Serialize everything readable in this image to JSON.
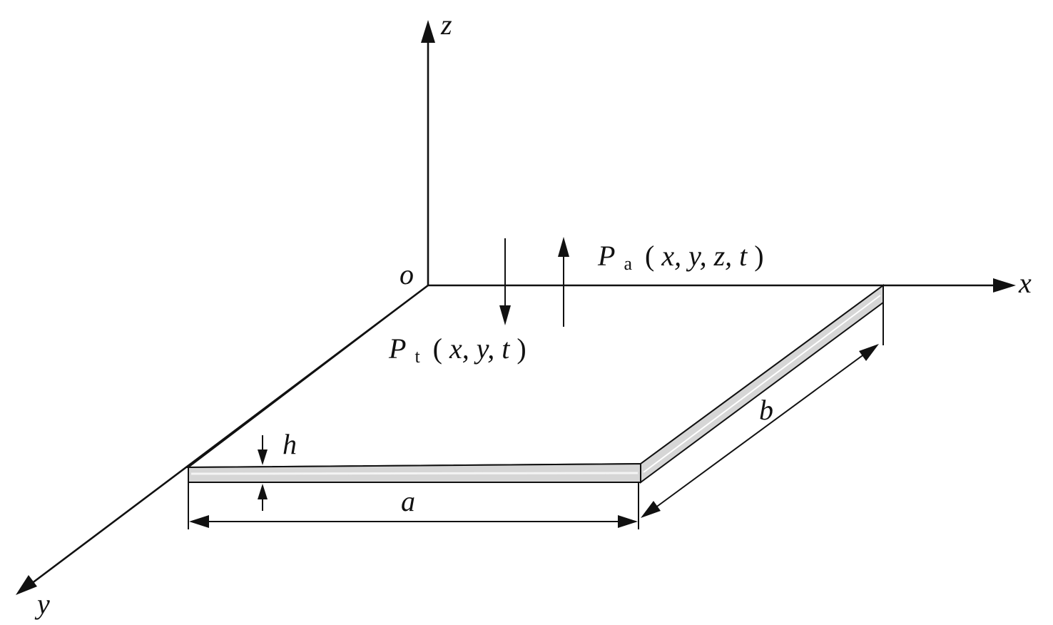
{
  "axes": {
    "x_label": "x",
    "y_label": "y",
    "z_label": "z",
    "origin_label": "o"
  },
  "plate": {
    "length_label": "a",
    "width_label": "b",
    "thickness_label": "h",
    "top_color": "#ffffff",
    "edge_color": "#d6d6d6"
  },
  "loads": {
    "acoustic": {
      "symbol": "P",
      "subscript": "a",
      "args_open": "(",
      "args": "x, y, z, t",
      "args_close": ")"
    },
    "transverse": {
      "symbol": "P",
      "subscript": "t",
      "args_open": "(",
      "args": "x, y, t",
      "args_close": ")"
    }
  },
  "colors": {
    "ink": "#111111",
    "background": "#ffffff"
  }
}
